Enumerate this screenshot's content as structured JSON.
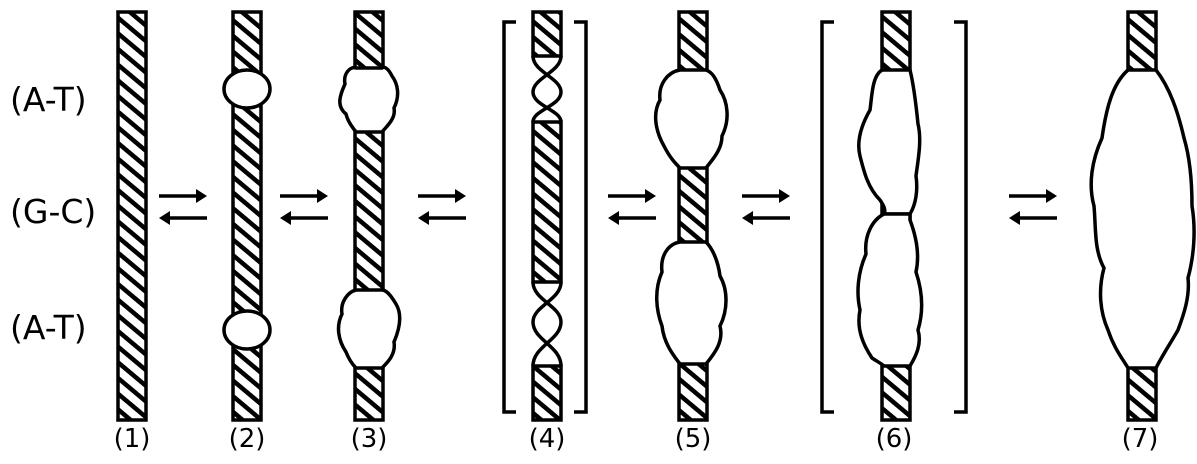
{
  "row_labels": {
    "top": "(A-T)",
    "middle": "(G-C)",
    "bottom": "(A-T)"
  },
  "steps": [
    "(1)",
    "(2)",
    "(3)",
    "(4)",
    "(5)",
    "(6)",
    "(7)"
  ],
  "colors": {
    "ink": "#000000",
    "background": "#ffffff"
  },
  "icons": {
    "equilibrium": "equilibrium-arrows-icon",
    "bracket": "square-bracket"
  }
}
